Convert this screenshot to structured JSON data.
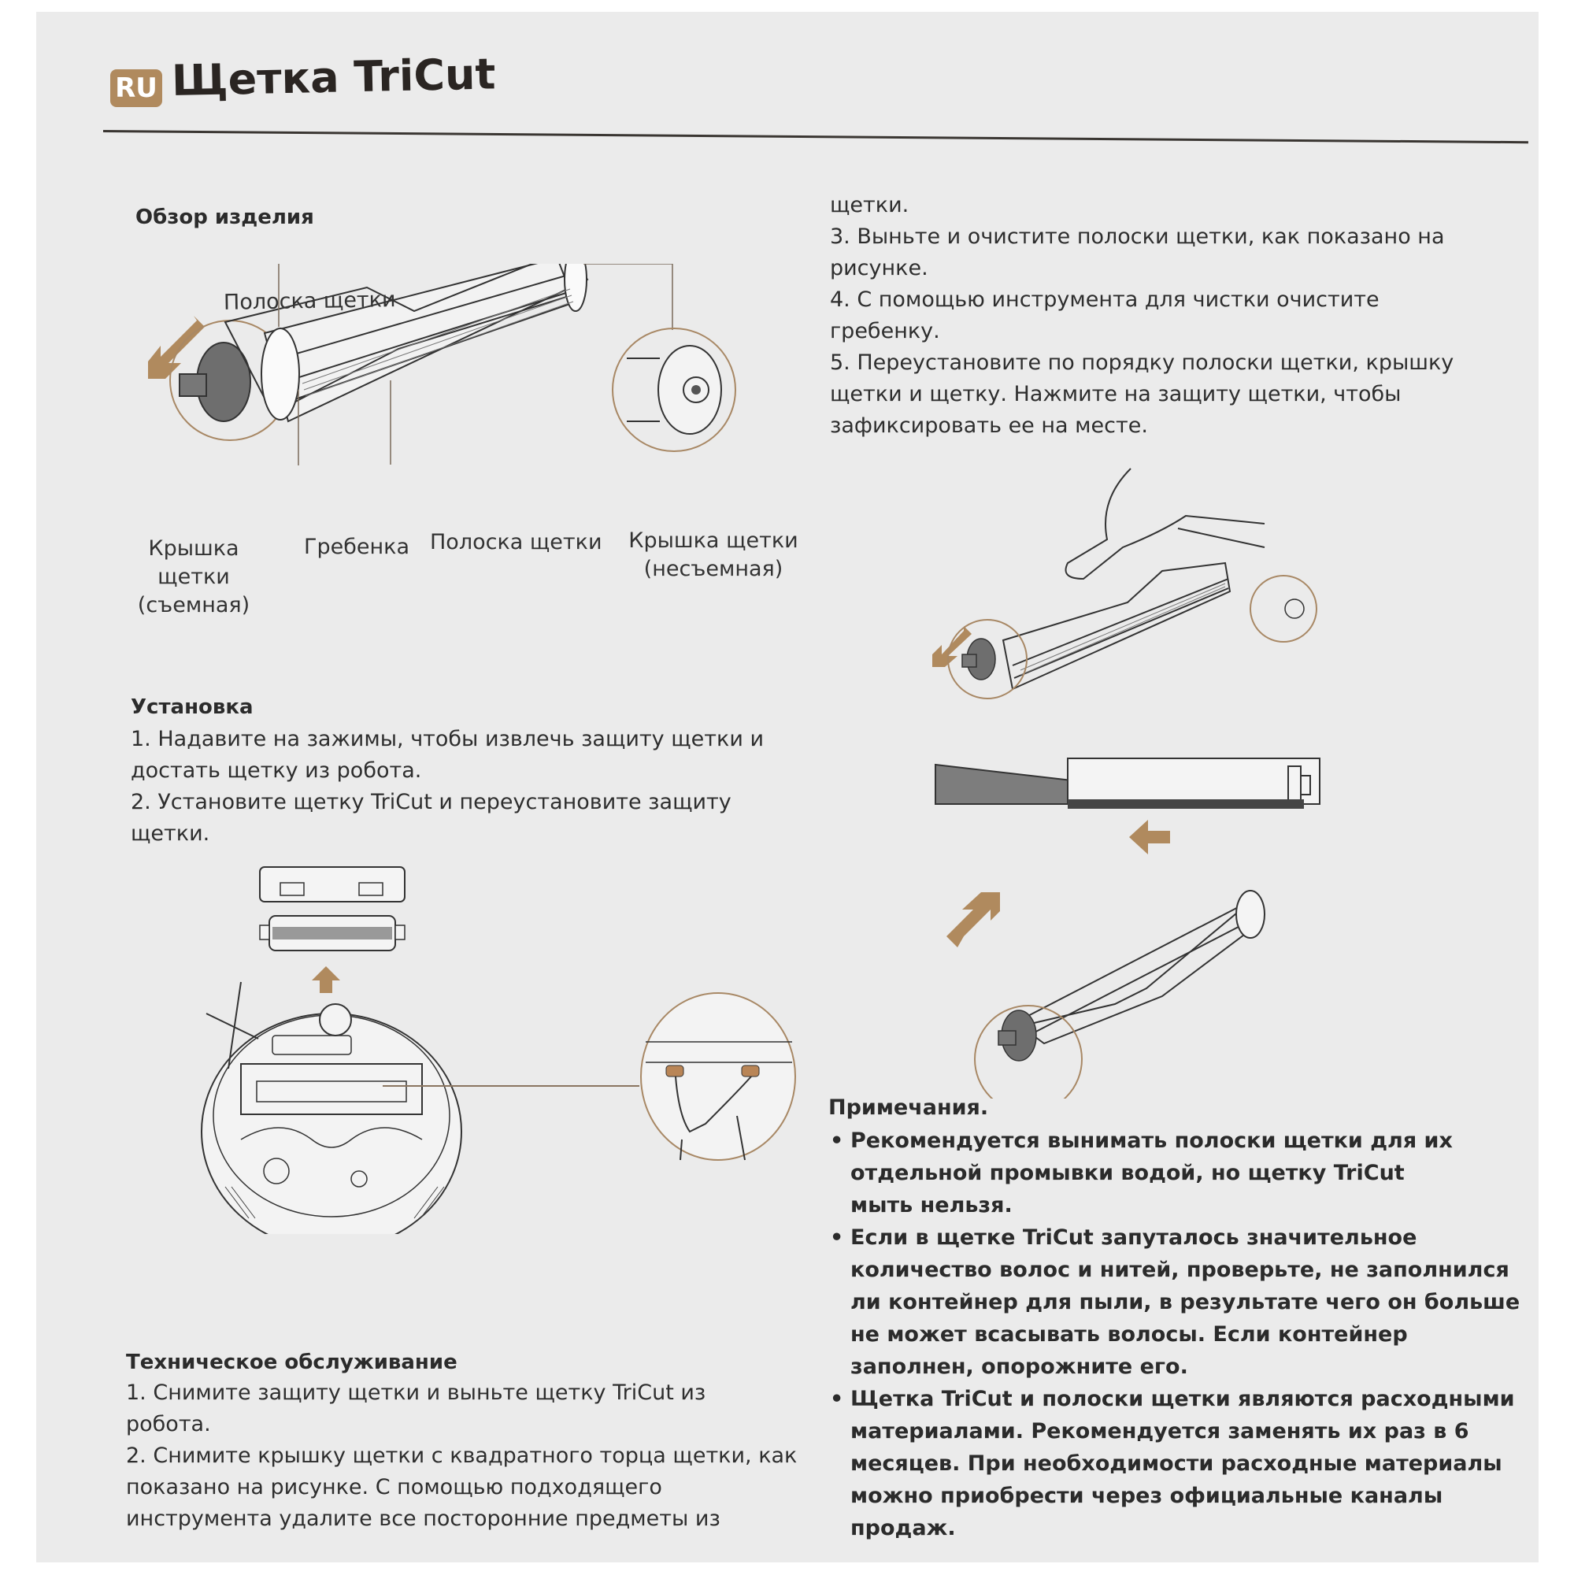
{
  "page": {
    "language_badge": "RU",
    "title": "Щетка TriCut",
    "colors": {
      "accent": "#b08a5e",
      "paper": "#ebebeb",
      "text": "#2b2b2b",
      "line": "#3a3632"
    }
  },
  "overview": {
    "heading": "Обзор изделия",
    "labels": {
      "top_strip": "Полоска щетки",
      "removable_cap_line1": "Крышка щетки",
      "removable_cap_line2": "(съемная)",
      "comb": "Гребенка",
      "bottom_strip": "Полоска щетки",
      "fixed_cap_line1": "Крышка щетки",
      "fixed_cap_line2": "(несъемная)"
    }
  },
  "installation": {
    "heading": "Установка",
    "steps": [
      "1. Надавите на зажимы, чтобы извлечь защиту щетки и достать щетку из робота.",
      "2. Установите щетку TriCut и переустановите защиту щетки."
    ]
  },
  "maintenance": {
    "heading": "Техническое обслуживание",
    "steps": [
      "1. Снимите защиту щетки и выньте щетку TriCut из робота.",
      "2. Снимите крышку щетки с квадратного торца щетки, как показано на рисунке. С помощью подходящего инструмента удалите все посторонние предметы из"
    ],
    "continuation": [
      "щетки.",
      "3. Выньте и очистите полоски щетки, как показано на рисунке.",
      "4. С помощью инструмента для чистки очистите гребенку.",
      "5. Переустановите по порядку полоски щетки, крышку щетки и щетку. Нажмите на защиту щетки, чтобы зафиксировать ее на месте."
    ]
  },
  "notes": {
    "heading": "Примечания.",
    "items": [
      "Рекомендуется вынимать полоски щетки для их отдельной промывки водой, но щетку TriCut мыть нельзя.",
      "Если в щетке TriCut запуталось значительное количество волос и нитей, проверьте, не заполнился ли контейнер для пыли, в результате чего он больше не может всасывать волосы. Если контейнер заполнен, опорожните его.",
      "Щетка TriCut и полоски щетки являются расходными материалами. Рекомендуется заменять их раз в 6 месяцев. При необходимости расходные материалы можно приобрести через официальные каналы продаж."
    ]
  },
  "icons": {
    "arrow_down_left": "arrow-down-left-icon",
    "arrow_up": "arrow-up-icon",
    "arrow_left": "arrow-left-icon",
    "arrow_up_right": "arrow-up-right-icon"
  }
}
